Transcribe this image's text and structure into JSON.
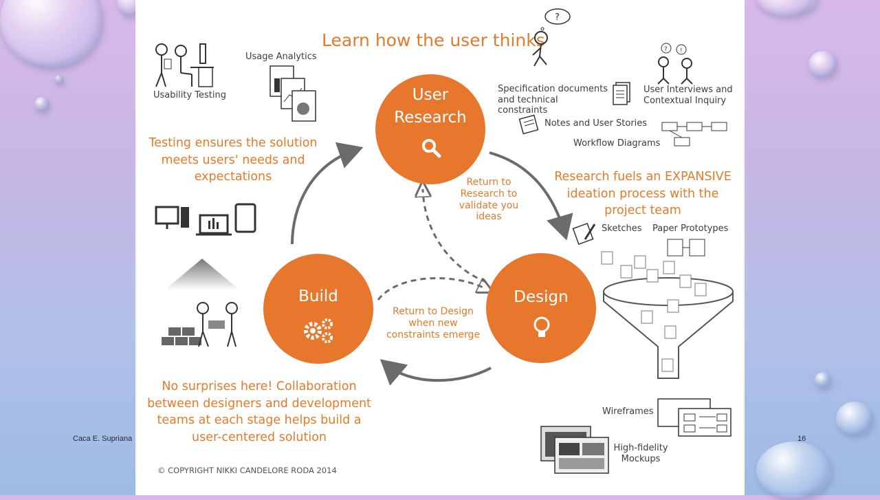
{
  "headline": "Learn how the user thinks",
  "nodes": {
    "user_research": "User Research",
    "design": "Design",
    "build": "Build"
  },
  "cycle_labels": {
    "return_to_research": "Return to Research to validate you ideas",
    "return_to_design": "Return to Design when new constraints emerge"
  },
  "callouts": {
    "testing": "Testing ensures the solution meets users' needs and expectations",
    "research_fuels": "Research fuels an EXPANSIVE ideation process with the project team",
    "no_surprises": "No surprises here! Collaboration between designers and development teams at each stage helps build a user-centered solution"
  },
  "artifacts": {
    "usability_testing": "Usability Testing",
    "usage_analytics": "Usage Analytics",
    "spec_docs": "Specification documents and technical constraints",
    "user_interviews": "User Interviews and Contextual Inquiry",
    "notes_stories": "Notes and User Stories",
    "workflow": "Workflow Diagrams",
    "sketches": "Sketches",
    "paper_prototypes": "Paper Prototypes",
    "wireframes": "Wireframes",
    "hifi_mockups": "High-fidelity Mockups"
  },
  "copyright": "© COPYRIGHT NIKKI CANDELORE RODA 2014",
  "footer": {
    "author": "Caca E. Supriana",
    "page_number": "16"
  },
  "colors": {
    "accent": "#e8772e",
    "accent_text": "#e47a2a",
    "arrow": "#6b6b6b"
  }
}
